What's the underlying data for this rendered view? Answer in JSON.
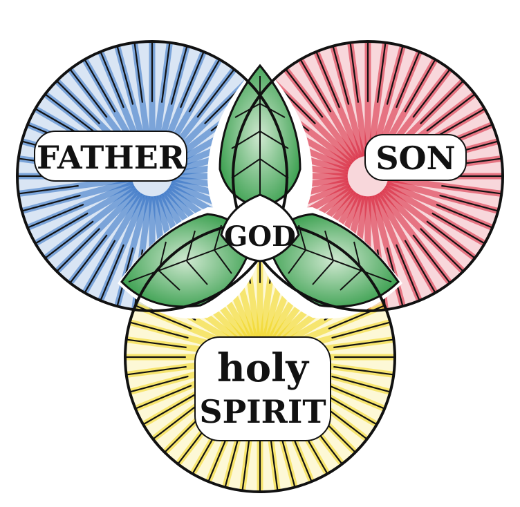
{
  "diagram": {
    "circles": [
      {
        "id": "father",
        "label": "FATHER",
        "color": "#2f6fc4"
      },
      {
        "id": "son",
        "label": "SON",
        "color": "#d8233a"
      },
      {
        "id": "spirit",
        "label_line1": "holy",
        "label_line2": "SPIRIT",
        "color": "#f2d61c"
      }
    ],
    "center": {
      "label": "GOD"
    },
    "leaf_color": "#2f9a45",
    "outline_color": "#111111"
  }
}
